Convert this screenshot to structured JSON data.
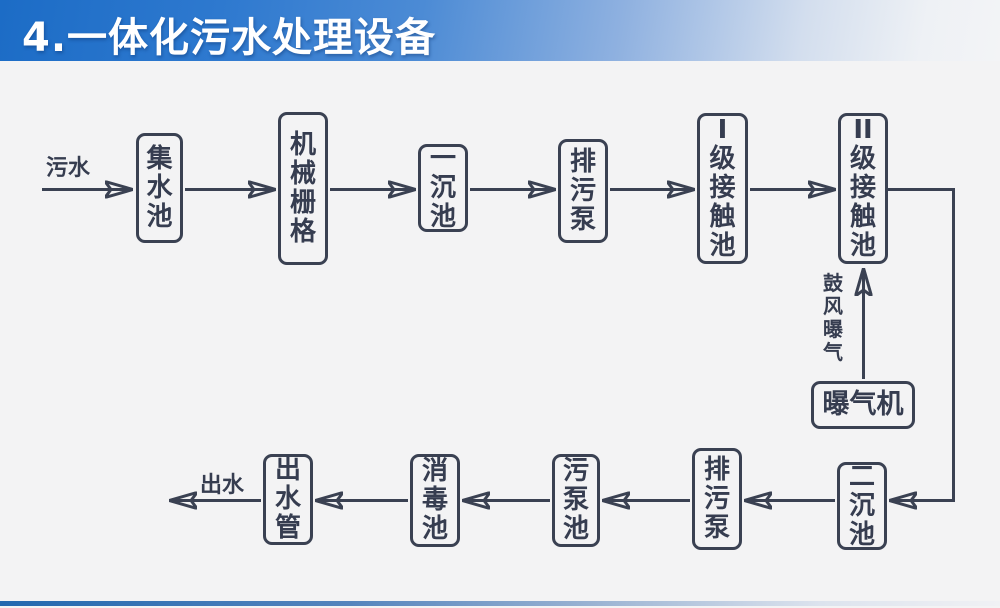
{
  "title": "4.一体化污水处理设备",
  "flow": {
    "inflow_label": "污水",
    "outflow_label": "出水",
    "aeration_caption": "鼓风曝气",
    "nodes": {
      "collect_tank": "集水池",
      "mechanical_grid": "机械栅格",
      "primary_sedimentation": "一沉池",
      "sewage_pump_top": "排污泵",
      "contact_tank_1": "I级接触池",
      "contact_tank_2": "II级接触池",
      "aerator": "曝气机",
      "secondary_sedimentation": "二沉池",
      "sewage_pump_bottom": "排污泵",
      "sludge_pump_tank": "污泵池",
      "disinfection_tank": "消毒池",
      "outlet_pipe": "出水管"
    }
  },
  "colors": {
    "title_gradient_start": "#1c6cc6",
    "title_gradient_end": "#f3f4f6",
    "title_text": "#ffffff",
    "slide_background": "#f3f3f4",
    "diagram_ink": "#3a4152",
    "footer_bar_start": "#2268af"
  }
}
